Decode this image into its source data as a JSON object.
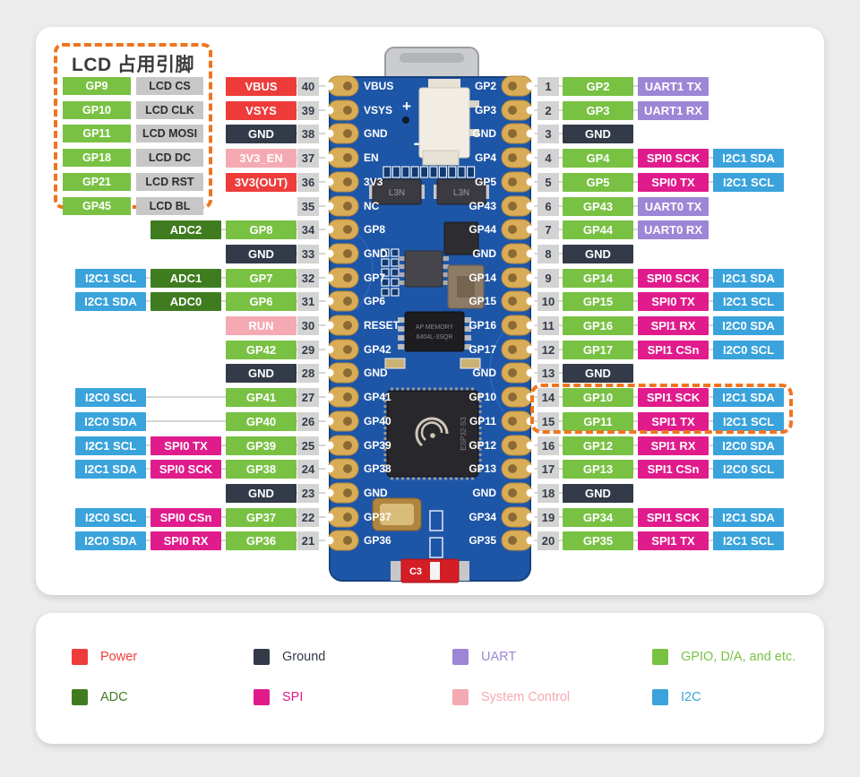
{
  "colors": {
    "power": "#ee3c3b",
    "ground": "#333b49",
    "uart": "#9c86d5",
    "gpio": "#79c143",
    "adc": "#3f7c20",
    "spi": "#e01c8c",
    "sysctl": "#f5a9b2",
    "i2c": "#3aa3dc",
    "badge_bg": "#d3d3d3",
    "badge_text": "#333b49",
    "wire": "#d6d6d6",
    "highlight": "#f0741f",
    "lcd_func_bg": "#c7c7c7",
    "lcd_func_text": "#2d2d2d"
  },
  "lcd_panel": {
    "title": "LCD 占用引脚",
    "rows": [
      {
        "pin": "GP9",
        "func": "LCD CS"
      },
      {
        "pin": "GP10",
        "func": "LCD CLK"
      },
      {
        "pin": "GP11",
        "func": "LCD MOSI"
      },
      {
        "pin": "GP18",
        "func": "LCD DC"
      },
      {
        "pin": "GP21",
        "func": "LCD RST"
      },
      {
        "pin": "GP45",
        "func": "LCD BL"
      }
    ]
  },
  "pins": {
    "left": [
      {
        "num": "40",
        "labels": [
          {
            "text": "VBUS",
            "type": "power",
            "col": 0
          }
        ]
      },
      {
        "num": "39",
        "labels": [
          {
            "text": "VSYS",
            "type": "power",
            "col": 0
          }
        ]
      },
      {
        "num": "38",
        "labels": [
          {
            "text": "GND",
            "type": "ground",
            "col": 0
          }
        ]
      },
      {
        "num": "37",
        "labels": [
          {
            "text": "3V3_EN",
            "type": "sysctl",
            "col": 0
          }
        ]
      },
      {
        "num": "36",
        "labels": [
          {
            "text": "3V3(OUT)",
            "type": "power",
            "col": 0
          }
        ]
      },
      {
        "num": "35",
        "labels": []
      },
      {
        "num": "34",
        "labels": [
          {
            "text": "GP8",
            "type": "gpio",
            "col": 0
          },
          {
            "text": "ADC2",
            "type": "adc",
            "col": 1
          }
        ]
      },
      {
        "num": "33",
        "labels": [
          {
            "text": "GND",
            "type": "ground",
            "col": 0
          }
        ]
      },
      {
        "num": "32",
        "labels": [
          {
            "text": "GP7",
            "type": "gpio",
            "col": 0
          },
          {
            "text": "ADC1",
            "type": "adc",
            "col": 1
          },
          {
            "text": "I2C1 SCL",
            "type": "i2c",
            "col": 2
          }
        ]
      },
      {
        "num": "31",
        "labels": [
          {
            "text": "GP6",
            "type": "gpio",
            "col": 0
          },
          {
            "text": "ADC0",
            "type": "adc",
            "col": 1
          },
          {
            "text": "I2C1 SDA",
            "type": "i2c",
            "col": 2
          }
        ]
      },
      {
        "num": "30",
        "labels": [
          {
            "text": "RUN",
            "type": "sysctl",
            "col": 0
          }
        ]
      },
      {
        "num": "29",
        "labels": [
          {
            "text": "GP42",
            "type": "gpio",
            "col": 0
          }
        ]
      },
      {
        "num": "28",
        "labels": [
          {
            "text": "GND",
            "type": "ground",
            "col": 0
          }
        ]
      },
      {
        "num": "27",
        "labels": [
          {
            "text": "GP41",
            "type": "gpio",
            "col": 0
          },
          {
            "text": "I2C0 SCL",
            "type": "i2c",
            "col": 2
          }
        ]
      },
      {
        "num": "26",
        "labels": [
          {
            "text": "GP40",
            "type": "gpio",
            "col": 0
          },
          {
            "text": "I2C0 SDA",
            "type": "i2c",
            "col": 2
          }
        ]
      },
      {
        "num": "25",
        "labels": [
          {
            "text": "GP39",
            "type": "gpio",
            "col": 0
          },
          {
            "text": "SPI0 TX",
            "type": "spi",
            "col": 1
          },
          {
            "text": "I2C1 SCL",
            "type": "i2c",
            "col": 2
          }
        ]
      },
      {
        "num": "24",
        "labels": [
          {
            "text": "GP38",
            "type": "gpio",
            "col": 0
          },
          {
            "text": "SPI0 SCK",
            "type": "spi",
            "col": 1
          },
          {
            "text": "I2C1 SDA",
            "type": "i2c",
            "col": 2
          }
        ]
      },
      {
        "num": "23",
        "labels": [
          {
            "text": "GND",
            "type": "ground",
            "col": 0
          }
        ]
      },
      {
        "num": "22",
        "labels": [
          {
            "text": "GP37",
            "type": "gpio",
            "col": 0
          },
          {
            "text": "SPI0 CSn",
            "type": "spi",
            "col": 1
          },
          {
            "text": "I2C0 SCL",
            "type": "i2c",
            "col": 2
          }
        ]
      },
      {
        "num": "21",
        "labels": [
          {
            "text": "GP36",
            "type": "gpio",
            "col": 0
          },
          {
            "text": "SPI0 RX",
            "type": "spi",
            "col": 1
          },
          {
            "text": "I2C0 SDA",
            "type": "i2c",
            "col": 2
          }
        ]
      }
    ],
    "right": [
      {
        "num": "1",
        "labels": [
          {
            "text": "GP2",
            "type": "gpio",
            "col": 0
          },
          {
            "text": "UART1 TX",
            "type": "uart",
            "col": 1
          }
        ]
      },
      {
        "num": "2",
        "labels": [
          {
            "text": "GP3",
            "type": "gpio",
            "col": 0
          },
          {
            "text": "UART1 RX",
            "type": "uart",
            "col": 1
          }
        ]
      },
      {
        "num": "3",
        "labels": [
          {
            "text": "GND",
            "type": "ground",
            "col": 0
          }
        ]
      },
      {
        "num": "4",
        "labels": [
          {
            "text": "GP4",
            "type": "gpio",
            "col": 0
          },
          {
            "text": "SPI0 SCK",
            "type": "spi",
            "col": 1
          },
          {
            "text": "I2C1 SDA",
            "type": "i2c",
            "col": 2
          }
        ]
      },
      {
        "num": "5",
        "labels": [
          {
            "text": "GP5",
            "type": "gpio",
            "col": 0
          },
          {
            "text": "SPI0 TX",
            "type": "spi",
            "col": 1
          },
          {
            "text": "I2C1 SCL",
            "type": "i2c",
            "col": 2
          }
        ]
      },
      {
        "num": "6",
        "labels": [
          {
            "text": "GP43",
            "type": "gpio",
            "col": 0
          },
          {
            "text": "UART0 TX",
            "type": "uart",
            "col": 1
          }
        ]
      },
      {
        "num": "7",
        "labels": [
          {
            "text": "GP44",
            "type": "gpio",
            "col": 0
          },
          {
            "text": "UART0 RX",
            "type": "uart",
            "col": 1
          }
        ]
      },
      {
        "num": "8",
        "labels": [
          {
            "text": "GND",
            "type": "ground",
            "col": 0
          }
        ]
      },
      {
        "num": "9",
        "labels": [
          {
            "text": "GP14",
            "type": "gpio",
            "col": 0
          },
          {
            "text": "SPI0 SCK",
            "type": "spi",
            "col": 1
          },
          {
            "text": "I2C1 SDA",
            "type": "i2c",
            "col": 2
          }
        ]
      },
      {
        "num": "10",
        "labels": [
          {
            "text": "GP15",
            "type": "gpio",
            "col": 0
          },
          {
            "text": "SPI0 TX",
            "type": "spi",
            "col": 1
          },
          {
            "text": "I2C1 SCL",
            "type": "i2c",
            "col": 2
          }
        ]
      },
      {
        "num": "11",
        "labels": [
          {
            "text": "GP16",
            "type": "gpio",
            "col": 0
          },
          {
            "text": "SPI1 RX",
            "type": "spi",
            "col": 1
          },
          {
            "text": "I2C0 SDA",
            "type": "i2c",
            "col": 2
          }
        ]
      },
      {
        "num": "12",
        "labels": [
          {
            "text": "GP17",
            "type": "gpio",
            "col": 0
          },
          {
            "text": "SPI1 CSn",
            "type": "spi",
            "col": 1
          },
          {
            "text": "I2C0 SCL",
            "type": "i2c",
            "col": 2
          }
        ]
      },
      {
        "num": "13",
        "labels": [
          {
            "text": "GND",
            "type": "ground",
            "col": 0
          }
        ]
      },
      {
        "num": "14",
        "labels": [
          {
            "text": "GP10",
            "type": "gpio",
            "col": 0
          },
          {
            "text": "SPI1 SCK",
            "type": "spi",
            "col": 1
          },
          {
            "text": "I2C1 SDA",
            "type": "i2c",
            "col": 2
          }
        ],
        "highlight": true
      },
      {
        "num": "15",
        "labels": [
          {
            "text": "GP11",
            "type": "gpio",
            "col": 0
          },
          {
            "text": "SPI1 TX",
            "type": "spi",
            "col": 1
          },
          {
            "text": "I2C1 SCL",
            "type": "i2c",
            "col": 2
          }
        ],
        "highlight": true
      },
      {
        "num": "16",
        "labels": [
          {
            "text": "GP12",
            "type": "gpio",
            "col": 0
          },
          {
            "text": "SPI1 RX",
            "type": "spi",
            "col": 1
          },
          {
            "text": "I2C0 SDA",
            "type": "i2c",
            "col": 2
          }
        ]
      },
      {
        "num": "17",
        "labels": [
          {
            "text": "GP13",
            "type": "gpio",
            "col": 0
          },
          {
            "text": "SPI1 CSn",
            "type": "spi",
            "col": 1
          },
          {
            "text": "I2C0 SCL",
            "type": "i2c",
            "col": 2
          }
        ]
      },
      {
        "num": "18",
        "labels": [
          {
            "text": "GND",
            "type": "ground",
            "col": 0
          }
        ]
      },
      {
        "num": "19",
        "labels": [
          {
            "text": "GP34",
            "type": "gpio",
            "col": 0
          },
          {
            "text": "SPI1 SCK",
            "type": "spi",
            "col": 1
          },
          {
            "text": "I2C1 SDA",
            "type": "i2c",
            "col": 2
          }
        ]
      },
      {
        "num": "20",
        "labels": [
          {
            "text": "GP35",
            "type": "gpio",
            "col": 0
          },
          {
            "text": "SPI1 TX",
            "type": "spi",
            "col": 1
          },
          {
            "text": "I2C1 SCL",
            "type": "i2c",
            "col": 2
          }
        ]
      }
    ]
  },
  "board": {
    "silk_left": [
      "VBUS",
      "VSYS",
      "GND",
      "EN",
      "3V3",
      "NC",
      "GP8",
      "GND",
      "GP7",
      "GP6",
      "RESET",
      "GP42",
      "GND",
      "GP41",
      "GP40",
      "GP39",
      "GP38",
      "GND",
      "GP37",
      "GP36"
    ],
    "silk_right": [
      "GP2",
      "GP3",
      "GND",
      "GP4",
      "GP5",
      "GP43",
      "GP44",
      "GND",
      "GP14",
      "GP15",
      "GP16",
      "GP17",
      "GND",
      "GP10",
      "GP11",
      "GP12",
      "GP13",
      "GND",
      "GP34",
      "GP35"
    ],
    "plus": "+",
    "minus": "-",
    "reg_label": "L3N",
    "mcu_label": "ESP32-S3",
    "mem_label1": "AP MEMORY",
    "mem_label2": "6404L-3SQR",
    "cap_label": "C3"
  },
  "legend": [
    {
      "label": "Power",
      "type": "power"
    },
    {
      "label": "Ground",
      "type": "ground"
    },
    {
      "label": "UART",
      "type": "uart"
    },
    {
      "label": "GPIO, D/A, and etc.",
      "type": "gpio"
    },
    {
      "label": "ADC",
      "type": "adc"
    },
    {
      "label": "SPI",
      "type": "spi"
    },
    {
      "label": "System Control",
      "type": "sysctl"
    },
    {
      "label": "I2C",
      "type": "i2c"
    }
  ]
}
